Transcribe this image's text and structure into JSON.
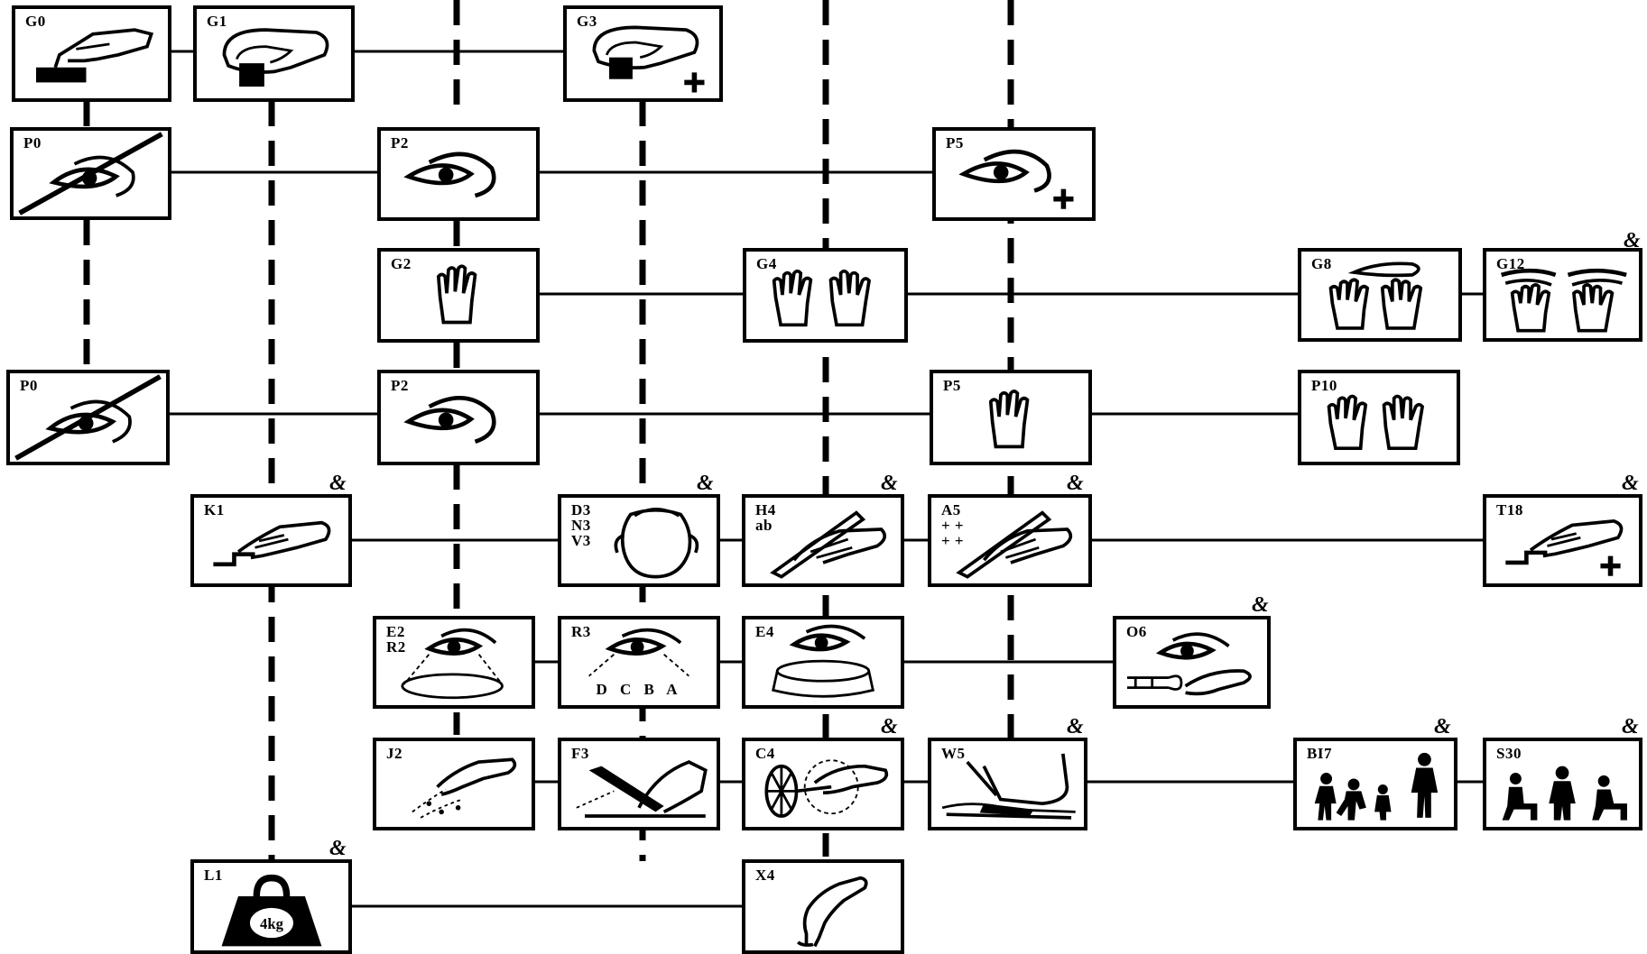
{
  "boxes": {
    "g0": "G0",
    "g1": "G1",
    "g3": "G3",
    "p0a": "P0",
    "p2a": "P2",
    "p5a": "P5",
    "g2": "G2",
    "g4": "G4",
    "g8": "G8",
    "g12": "G12",
    "p0b": "P0",
    "p2b": "P2",
    "p5b": "P5",
    "p10": "P10",
    "k1": "K1",
    "d3": "D3\nN3\nV3",
    "h4": "H4\nab",
    "a5": "A5\n+ +\n+ +",
    "t18": "T18",
    "e2": "E2\nR2",
    "r3": "R3",
    "e4": "E4",
    "o6": "O6",
    "j2": "J2",
    "f3": "F3",
    "c4": "C4",
    "w5": "W5",
    "bi7": "BI7",
    "s30": "S30",
    "l1": "L1",
    "x4": "X4"
  },
  "r3_scale": "D C B A",
  "weight_label": "4kg",
  "and_symbol": "&",
  "icons": {
    "g0": "hand-pressing-button-icon",
    "g1": "hand-grasping-object-icon",
    "g3": "hand-grasping-object-plus-icon",
    "p0": "eye-crossed-out-icon",
    "p2": "eye-icon",
    "p5a": "eye-plus-icon",
    "g2": "one-hand-icon",
    "g4": "two-hands-icon",
    "g8": "two-hands-with-object-icon",
    "g12": "two-hands-with-bar-icon",
    "p5b": "one-hand-icon",
    "p10": "two-hands-icon",
    "k1": "hand-handle-icon",
    "d3": "head-ears-icon",
    "h4": "hand-writing-icon",
    "a5": "hand-writing-icon",
    "t18": "hand-handle-plus-icon",
    "e2": "eye-field-icon",
    "r3": "eye-scale-icon",
    "e4": "eye-volume-icon",
    "o6": "eye-key-hand-icon",
    "j2": "hand-sprinkle-icon",
    "f3": "foot-pedal-icon",
    "c4": "hand-wheel-icon",
    "w5": "foot-step-icon",
    "bi7": "people-walking-icon",
    "s30": "people-seated-icon",
    "l1": "weight-icon",
    "x4": "hand-pointing-down-icon"
  }
}
